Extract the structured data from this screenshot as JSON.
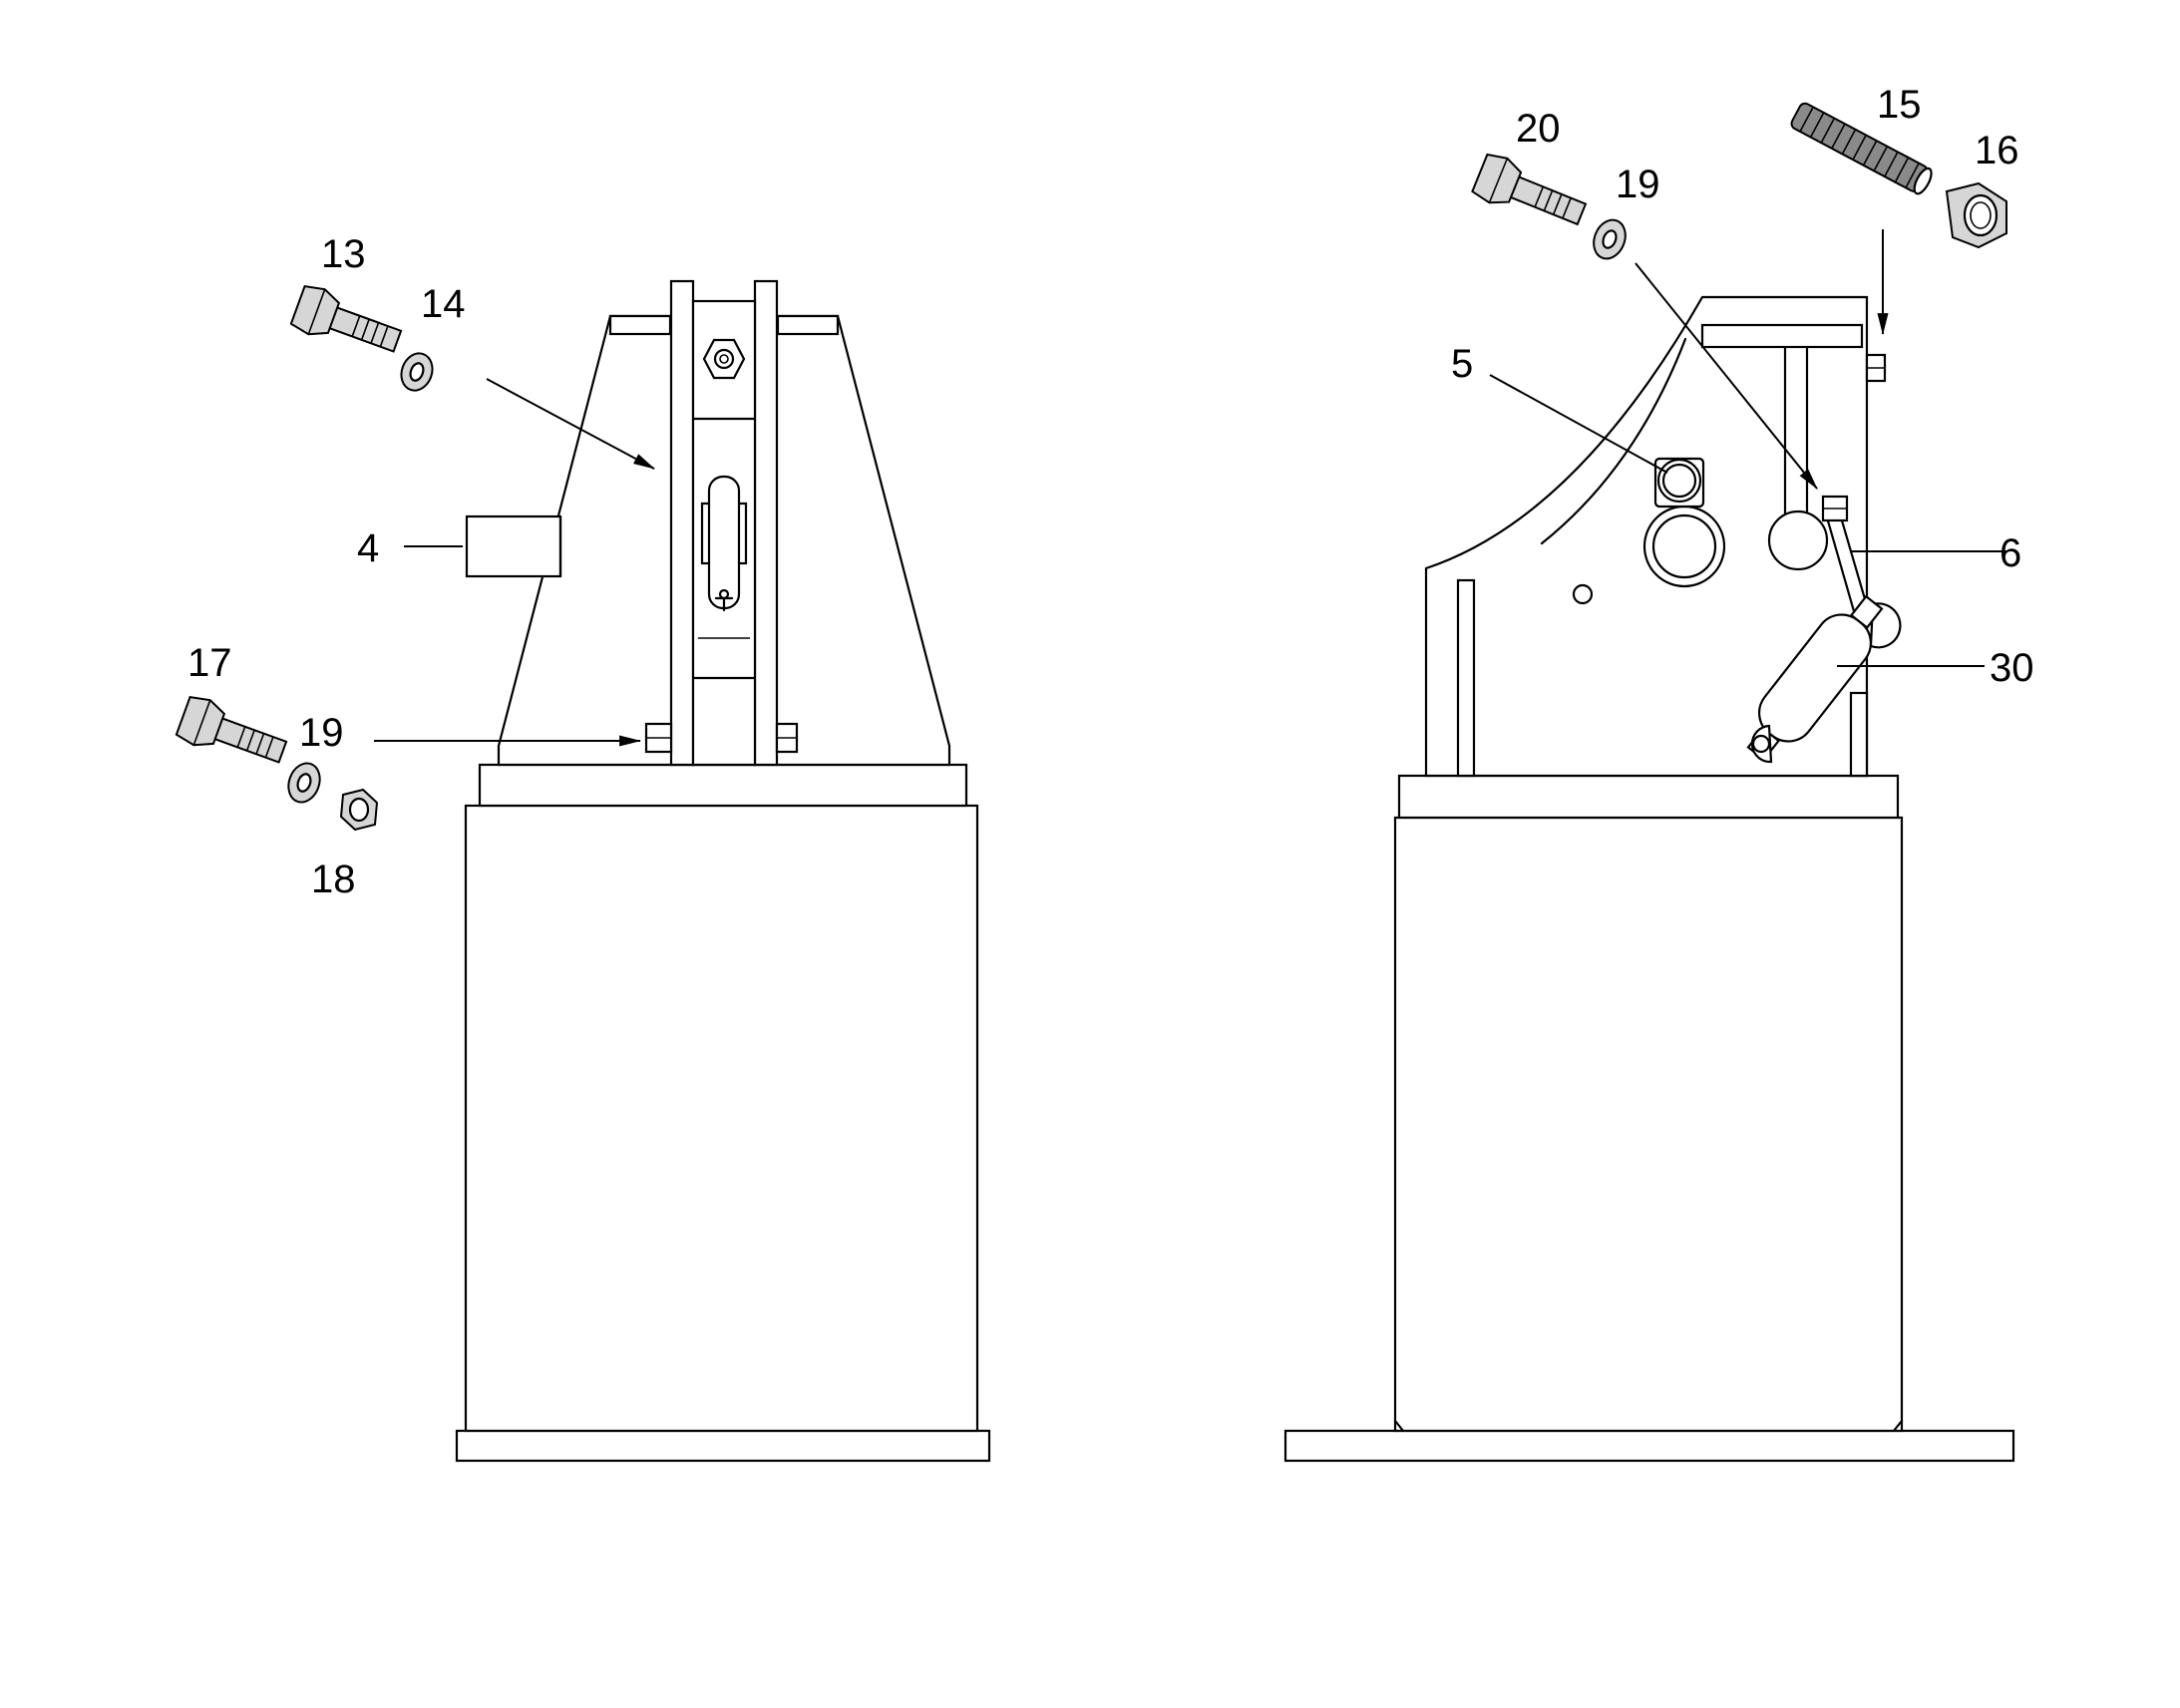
{
  "colors": {
    "line": "#000000",
    "background": "#ffffff",
    "part_shade": "#d6d6d6"
  },
  "left_view": {
    "callouts": [
      {
        "id": "c13",
        "text": "13"
      },
      {
        "id": "c14",
        "text": "14"
      },
      {
        "id": "c4",
        "text": "4"
      },
      {
        "id": "c17",
        "text": "17"
      },
      {
        "id": "c19",
        "text": "19"
      },
      {
        "id": "c18",
        "text": "18"
      }
    ]
  },
  "right_view": {
    "callouts": [
      {
        "id": "c20",
        "text": "20"
      },
      {
        "id": "c19b",
        "text": "19"
      },
      {
        "id": "c15",
        "text": "15"
      },
      {
        "id": "c16",
        "text": "16"
      },
      {
        "id": "c5",
        "text": "5"
      },
      {
        "id": "c6",
        "text": "6"
      },
      {
        "id": "c30",
        "text": "30"
      }
    ]
  }
}
